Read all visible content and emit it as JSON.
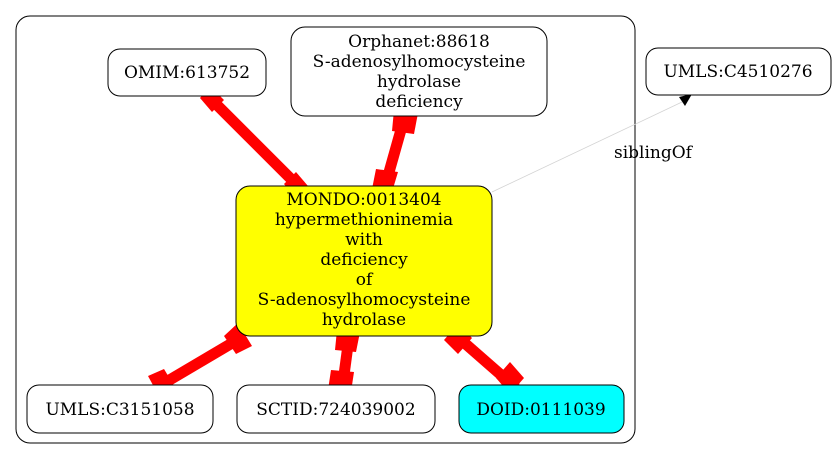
{
  "nodes": {
    "omim": {
      "lines": [
        "OMIM:613752"
      ],
      "fill": "#ffffff"
    },
    "orphanet": {
      "lines": [
        "Orphanet:88618",
        "S-adenosylhomocysteine",
        "hydrolase",
        "deficiency"
      ],
      "fill": "#ffffff"
    },
    "umls_outside": {
      "lines": [
        "UMLS:C4510276"
      ],
      "fill": "#ffffff"
    },
    "mondo": {
      "lines": [
        "MONDO:0013404",
        "hypermethioninemia",
        "with",
        "deficiency",
        "of",
        "S-adenosylhomocysteine",
        "hydrolase"
      ],
      "fill": "#ffff00"
    },
    "umls_inside": {
      "lines": [
        "UMLS:C3151058"
      ],
      "fill": "#ffffff"
    },
    "sctid": {
      "lines": [
        "SCTID:724039002"
      ],
      "fill": "#ffffff"
    },
    "doid": {
      "lines": [
        "DOID:0111039"
      ],
      "fill": "#00ffff"
    }
  },
  "edges": {
    "sibling": {
      "label": "siblingOf"
    }
  },
  "colors": {
    "equivalence_edge": "#ff0000",
    "sibling_edge": "#d3d3d3",
    "border": "#000000"
  }
}
